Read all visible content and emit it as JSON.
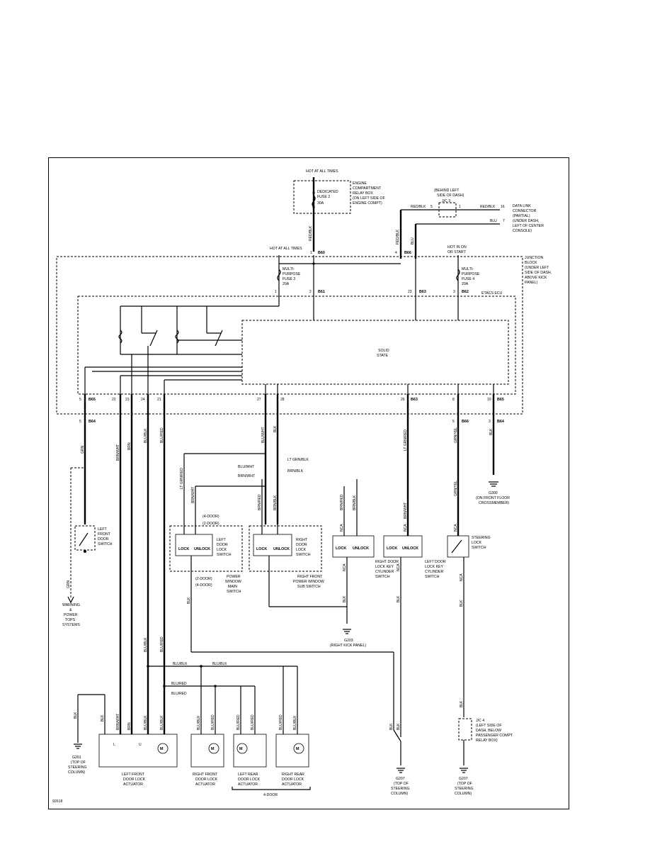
{
  "top": {
    "hot_at_all_times_a": "HOT AT ALL TIMES",
    "dedicated_fuse": [
      "DEDICATED",
      "FUSE 2",
      "30A"
    ],
    "engine_box": [
      "ENGINE",
      "COMPARTMENT",
      "RELAY BOX",
      "(ON LEFT SIDE OF",
      "ENGINE COMPT)"
    ],
    "behind_dash": [
      "(BEHIND LEFT",
      "SIDE OF DASH)"
    ],
    "jc3": "J/C 3",
    "data_link": [
      "DATA LINK",
      "CONNECTOR",
      "(PARTIAL)",
      "(UNDER DASH,",
      "LEFT OF CENTER",
      "CONSOLE)"
    ],
    "wire_red_blk_a": "RED/BLK",
    "wire_red_blk_b": "RED/BLK",
    "wire_red_blk_c": "RED/BLK",
    "wire_red_blk_d": "RED/BLK",
    "wire_blu": "BLU",
    "wire_blu_b": "BLU",
    "pins": {
      "p5": "5",
      "p1": "1",
      "p16": "16",
      "p7": "7"
    }
  },
  "junction": {
    "hot_at_all_times_b": "HOT AT ALL TIMES",
    "hot_in_on": [
      "HOT IN ON",
      "OR START"
    ],
    "multi_fuse_3": [
      "MULTI-",
      "PURPOSE",
      "FUSE 3",
      "20A"
    ],
    "multi_fuse_4": [
      "MULTI-",
      "PURPOSE",
      "FUSE 4",
      "20A"
    ],
    "junction_block": [
      "JUNCTION",
      "BLOCK",
      "(UNDER LEFT",
      "SIDE OF DASH,",
      "ABOVE KICK",
      "PANEL)"
    ],
    "etacs": "ETACS ECU",
    "solid_state": [
      "SOLID",
      "STATE"
    ],
    "conn_b60": "B60",
    "conn_b66": "B66",
    "conn_b61": "B61",
    "conn_b63": "B63",
    "conn_b62": "B62",
    "conn_b65": "B65",
    "conn_b64": "B64",
    "pin_1": "1",
    "pin_4": "4",
    "pin_2": "2",
    "pin_23": "23",
    "pin_3": "3",
    "bottom_pins": [
      "5",
      "22",
      "23",
      "24",
      "21",
      "27",
      "28",
      "26",
      "8",
      "10"
    ]
  },
  "wires": {
    "grn": "GRN",
    "brn_wht": "BRN/WHT",
    "brn": "BRN",
    "blu_blk": "BLU/BLK",
    "blu_red": "BLU/RED",
    "blu_wht": "BLU/WHT",
    "grn_blk": "LT GRN/BLK",
    "blk": "BLK",
    "lt_grn_red": "LT GRN/RED",
    "grn_yel": "GRN/YEL",
    "brn_blk": "BRN/BLK",
    "brn_red": "BRN/RED",
    "brn_wht2": "BRN/WHT",
    "nca": "NCA",
    "blu_wht_lbl": "BLU/WHT",
    "brn_wht_lbl": "BRN/WHT",
    "lt_grn_blk_lbl": "LT GRN/BLK",
    "brn_blk_lbl": "BRN/BLK",
    "blu_red_lbl": "BLU/RED",
    "blu_red_lbl2": "BLU/RED",
    "blu_blk_lbl": "BLU/BLK",
    "blu_blk_lbl2": "BLU/BLK"
  },
  "components": {
    "left_front_door_switch": [
      "LEFT",
      "FRONT",
      "DOOR",
      "SWITCH"
    ],
    "warning": [
      "WARNING",
      "&",
      "POWER",
      "TOPS",
      "SYSTEMS"
    ],
    "lf_lock_switch": [
      "LEFT",
      "DOOR",
      "LOCK",
      "SWITCH"
    ],
    "rf_lock_switch": [
      "RIGHT",
      "DOOR",
      "LOCK",
      "SWITCH"
    ],
    "power_window_main": [
      "POWER",
      "WINDOW",
      "MAIN",
      "SWITCH"
    ],
    "power_window_sub": [
      "RIGHT FRONT",
      "POWER WINDOW",
      "SUB SWITCH"
    ],
    "right_door_key": [
      "RIGHT DOOR",
      "LOCK KEY",
      "CYLINDER",
      "SWITCH"
    ],
    "left_door_key": [
      "LEFT DOOR",
      "LOCK KEY",
      "CYLINDER",
      "SWITCH"
    ],
    "steering_lock": [
      "STEERING",
      "LOCK",
      "SWITCH"
    ],
    "lock": "LOCK",
    "unlock": "UNLOCK",
    "four_door": "(4-DOOR)",
    "two_door": "(2-DOOR)",
    "g300": [
      "G300",
      "(ON FRONT FLOOR",
      "CROSSMEMBER)"
    ],
    "g203": [
      "G203",
      "(RIGHT KICK PANEL)"
    ],
    "g201": [
      "G201",
      "(TOP OF",
      "STEERING",
      "COLUMN)"
    ],
    "g207a": [
      "G207",
      "(TOP OF",
      "STEERING",
      "COLUMN)"
    ],
    "g207b": [
      "G207",
      "(TOP OF",
      "STEERING",
      "COLUMN)"
    ],
    "jc4": [
      "J/C 4",
      "(LEFT SIDE OF",
      "DASH, BELOW",
      "PASSENGER COMPT",
      "RELAY BOX)"
    ],
    "lf_actuator": [
      "LEFT FRONT",
      "DOOR LOCK",
      "ACTUATOR"
    ],
    "rf_actuator": [
      "RIGHT FRONT",
      "DOOR LOCK",
      "ACTUATOR"
    ],
    "lr_actuator": [
      "LEFT REAR",
      "DOOR LOCK",
      "ACTUATOR"
    ],
    "rr_actuator": [
      "RIGHT REAR",
      "DOOR LOCK",
      "ACTUATOR"
    ],
    "four_door_bottom": "4-DOOR",
    "motor": "M",
    "l": "L",
    "u": "U"
  },
  "figure_id": "92618"
}
